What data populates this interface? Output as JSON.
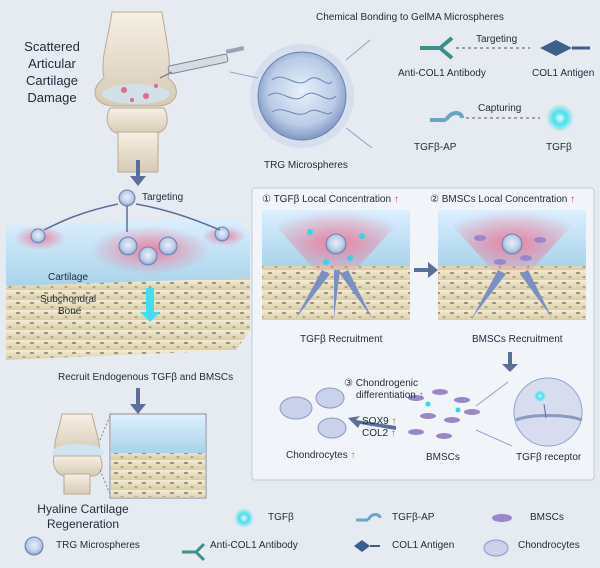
{
  "top_left": {
    "line1": "Scattered",
    "line2": "Articular",
    "line3": "Cartilage",
    "line4": "Damage"
  },
  "bonding_title": "Chemical Bonding to GelMA Microspheres",
  "anti_col1_label": "Anti-COL1 Antibody",
  "targeting_label": "Targeting",
  "col1_antigen_label": "COL1 Antigen",
  "capturing_label": "Capturing",
  "tgfb_ap_label": "TGFβ-AP",
  "tgfb_label": "TGFβ",
  "trg_label": "TRG Microspheres",
  "middle_targeting": "Targeting",
  "cartilage_label": "Cartilage",
  "subchondral_line1": "Subchondral",
  "subchondral_line2": "Bone",
  "recruit_label": "Recruit Endogenous TGFβ and BMSCs",
  "step1": {
    "num": "①",
    "text": "TGFβ Local Concentration",
    "up": "↑"
  },
  "step2": {
    "num": "②",
    "text": "BMSCs Local Concentration",
    "up": "↑"
  },
  "tgfb_recruitment": "TGFβ Recruitment",
  "bmscs_recruitment": "BMSCs Recruitment",
  "step3": {
    "num": "③",
    "line1": "Chondrogenic",
    "line2": "differentiation",
    "up": "↑"
  },
  "sox9": "SOX9",
  "col2": "COL2",
  "sox_up": "↑",
  "col_up": "↑",
  "chondrocytes_label": "Chondrocytes",
  "chondro_up": "↑",
  "bmscs_label": "BMSCs",
  "receptor_label": "TGFβ receptor",
  "bottom_left": {
    "line1": "Hyaline Cartilage",
    "line2": "Regeneration"
  },
  "legend": {
    "tgfb": "TGFβ",
    "tgfb_ap": "TGFβ-AP",
    "bmscs": "BMSCs",
    "trg": "TRG Microspheres",
    "anti_col1": "Anti-COL1 Antibody",
    "col1": "COL1 Antigen",
    "chondrocytes": "Chondrocytes"
  },
  "colors": {
    "accent_red": "#e0415b",
    "cyan": "#36d6e6",
    "text": "#1f2a3a",
    "arrow": "#5b6f9a",
    "cartilage": "#b9d9ea",
    "bone": "#e9dfc3"
  }
}
